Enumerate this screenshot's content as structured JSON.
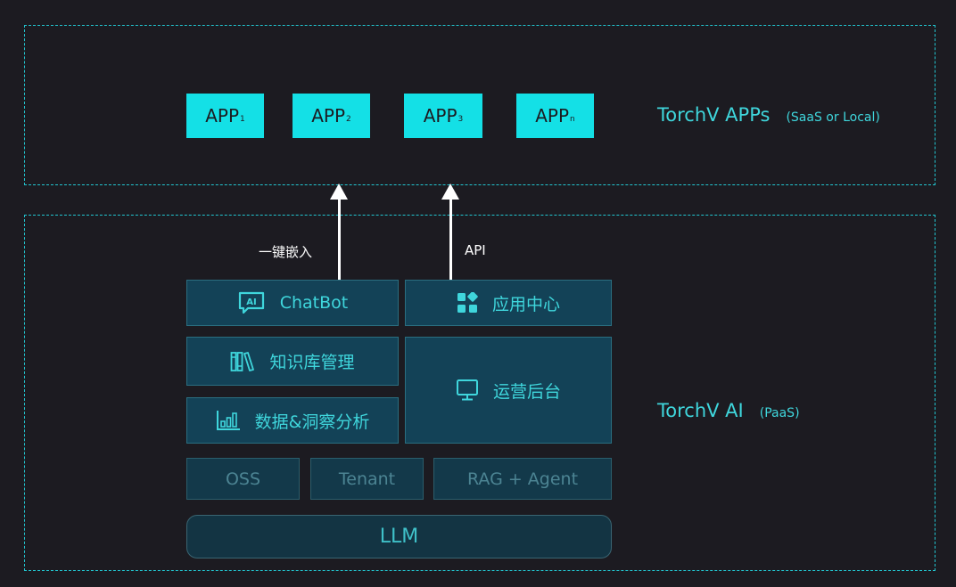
{
  "apps": {
    "items": [
      {
        "base": "APP",
        "sub": "1"
      },
      {
        "base": "APP",
        "sub": "2"
      },
      {
        "base": "APP",
        "sub": "3"
      },
      {
        "base": "APP",
        "sub": "n"
      }
    ],
    "label": "TorchV APPs",
    "label_paren": "(SaaS or Local)"
  },
  "arrows": {
    "embed_label": "一键嵌入",
    "api_label": "API"
  },
  "ai": {
    "label": "TorchV AI",
    "label_paren": "(PaaS)",
    "modules": {
      "chatbot": "ChatBot",
      "app_center": "应用中心",
      "knowledge": "知识库管理",
      "analytics": "数据&洞察分析",
      "ops": "运营后台"
    },
    "base": {
      "oss": "OSS",
      "tenant": "Tenant",
      "rag": "RAG + Agent"
    },
    "llm": "LLM"
  },
  "colors": {
    "background": "#1c1b21",
    "accent": "#14e0e6",
    "module_bg": "#134257",
    "dashed_border": "#22c5cf"
  },
  "icons": {
    "chatbot": "ai-chat-icon",
    "app_center": "apps-grid-icon",
    "knowledge": "books-icon",
    "analytics": "bar-chart-icon",
    "ops": "monitor-icon"
  }
}
